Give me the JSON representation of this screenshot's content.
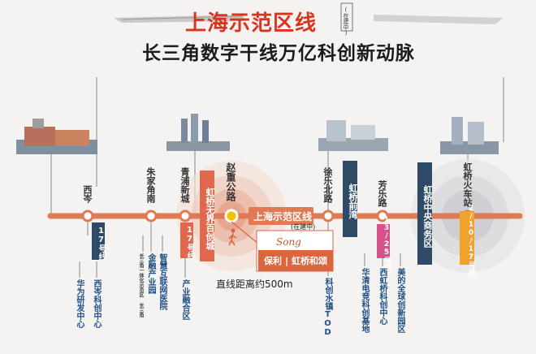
{
  "header": {
    "title": "上海示范区线",
    "title_note": "(在建中)",
    "subtitle": "长三角数字干线万亿科创新动脉"
  },
  "line": {
    "label": "上海示范区线",
    "label_note": "(在建中)",
    "distance_text": "直线距离约500m"
  },
  "project": {
    "logo_text": "Song",
    "brand": "保利",
    "name": "虹桥和颂"
  },
  "stations": [
    {
      "name": "西岑"
    },
    {
      "name": "朱家角南"
    },
    {
      "name": "青浦新城"
    },
    {
      "name": "赵重公路"
    },
    {
      "name": "徐乐北路"
    },
    {
      "name": "芳乐路"
    },
    {
      "name": "虹桥火车站"
    }
  ],
  "line_tags": {
    "xicen": "17号线",
    "qingpu": "17号线",
    "fangle": "13/25号线",
    "hongqiao": "2/10/17号线"
  },
  "area_tags": {
    "zhaozhong": "虹桥无界百创城",
    "xule": "虹桥前湾",
    "cbd": "虹桥中央商务区"
  },
  "features": {
    "xicen": [
      "华为研发中心",
      "西岑科创中心"
    ],
    "zhujiajiao": [
      "长三角一体化示范区 长三角",
      "金融产业园",
      "智慧互联网医院"
    ],
    "qingpu": [
      "产业融合区"
    ],
    "xule": [
      "科创水镇TOD"
    ],
    "fangle": [
      "华清电竞科创基地",
      "西虹桥科创中心",
      "美的全球创新园区"
    ]
  },
  "colors": {
    "title_red": "#d9341e",
    "line_orange": "#e07a52",
    "tag_blue": "#2e4a66",
    "tag_red": "#e2674f",
    "tag_pink": "#d4518a",
    "feature_blue": "#1f4f86",
    "highlight_yellow": "#f2c200"
  }
}
